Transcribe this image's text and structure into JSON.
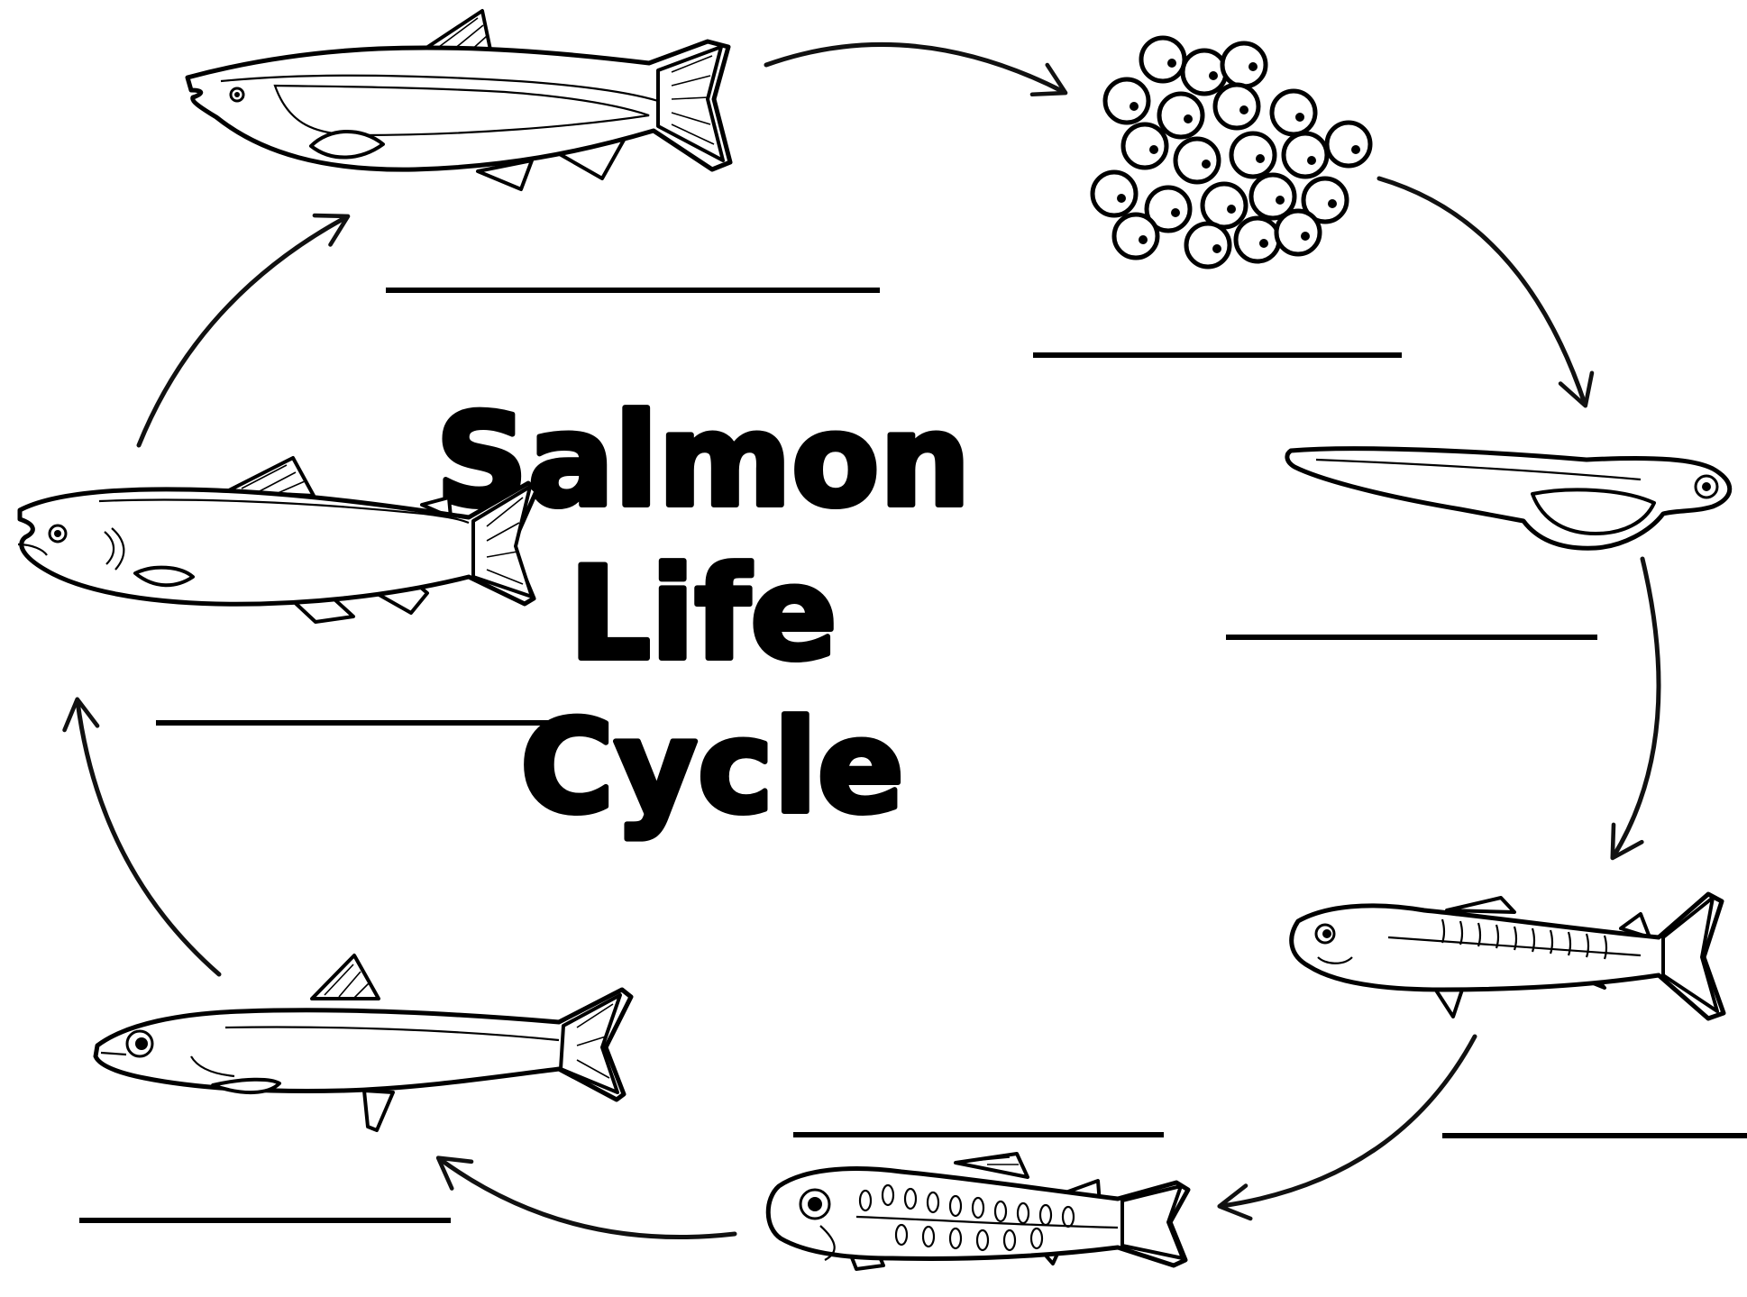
{
  "title": {
    "line1": "Salmon",
    "line2": "Life",
    "line3": "Cycle"
  },
  "stages": [
    {
      "id": "adult",
      "icon": "adult-salmon-icon"
    },
    {
      "id": "eggs",
      "icon": "salmon-eggs-icon"
    },
    {
      "id": "alevin",
      "icon": "alevin-icon"
    },
    {
      "id": "fry",
      "icon": "fry-icon"
    },
    {
      "id": "parr",
      "icon": "parr-icon"
    },
    {
      "id": "smolt",
      "icon": "smolt-icon"
    },
    {
      "id": "ocean-adult",
      "icon": "ocean-adult-salmon-icon"
    }
  ],
  "colors": {
    "ink": "#000000",
    "paper": "#ffffff"
  }
}
